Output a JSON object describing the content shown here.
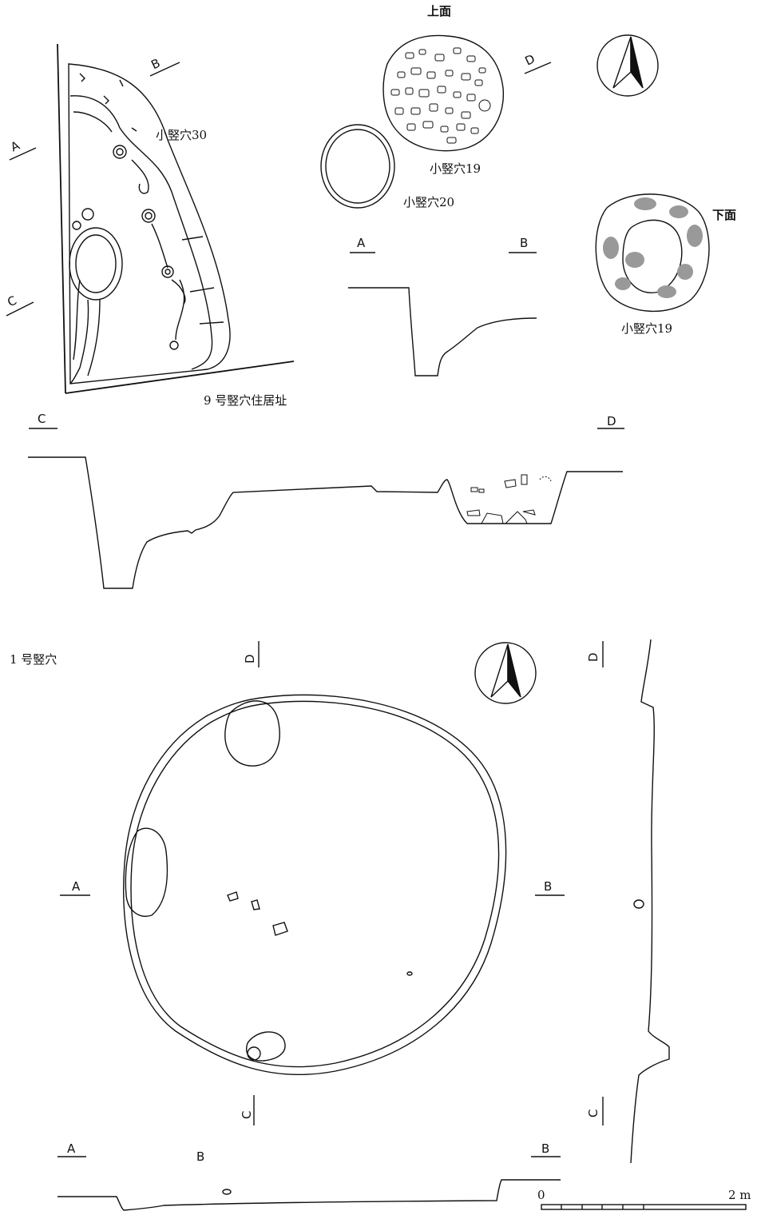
{
  "labels": {
    "top_surface": "上面",
    "bottom_surface": "下面",
    "pit30": "小竪穴30",
    "pit19_top": "小竪穴19",
    "pit19_bottom": "小竪穴19",
    "pit20": "小竪穴20",
    "dwelling9": "9 号竪穴住居址",
    "pit1": "1 号竪穴"
  },
  "section_marks": {
    "top_left_A": "A",
    "top_left_B": "B",
    "top_left_C": "C",
    "top_mid_A": "A",
    "top_mid_B": "B",
    "top_mid_D": "D",
    "section_C": "C",
    "section_D": "D",
    "plan1_D": "D",
    "plan1_C": "C",
    "plan1_A": "A",
    "plan1_B": "B",
    "side_D": "D",
    "side_C": "C",
    "bottom_A": "A",
    "bottom_B_left": "B",
    "bottom_B_right": "B"
  },
  "scale": {
    "start": "0",
    "end": "2 m"
  },
  "icons": [
    "north-arrow-icon"
  ]
}
